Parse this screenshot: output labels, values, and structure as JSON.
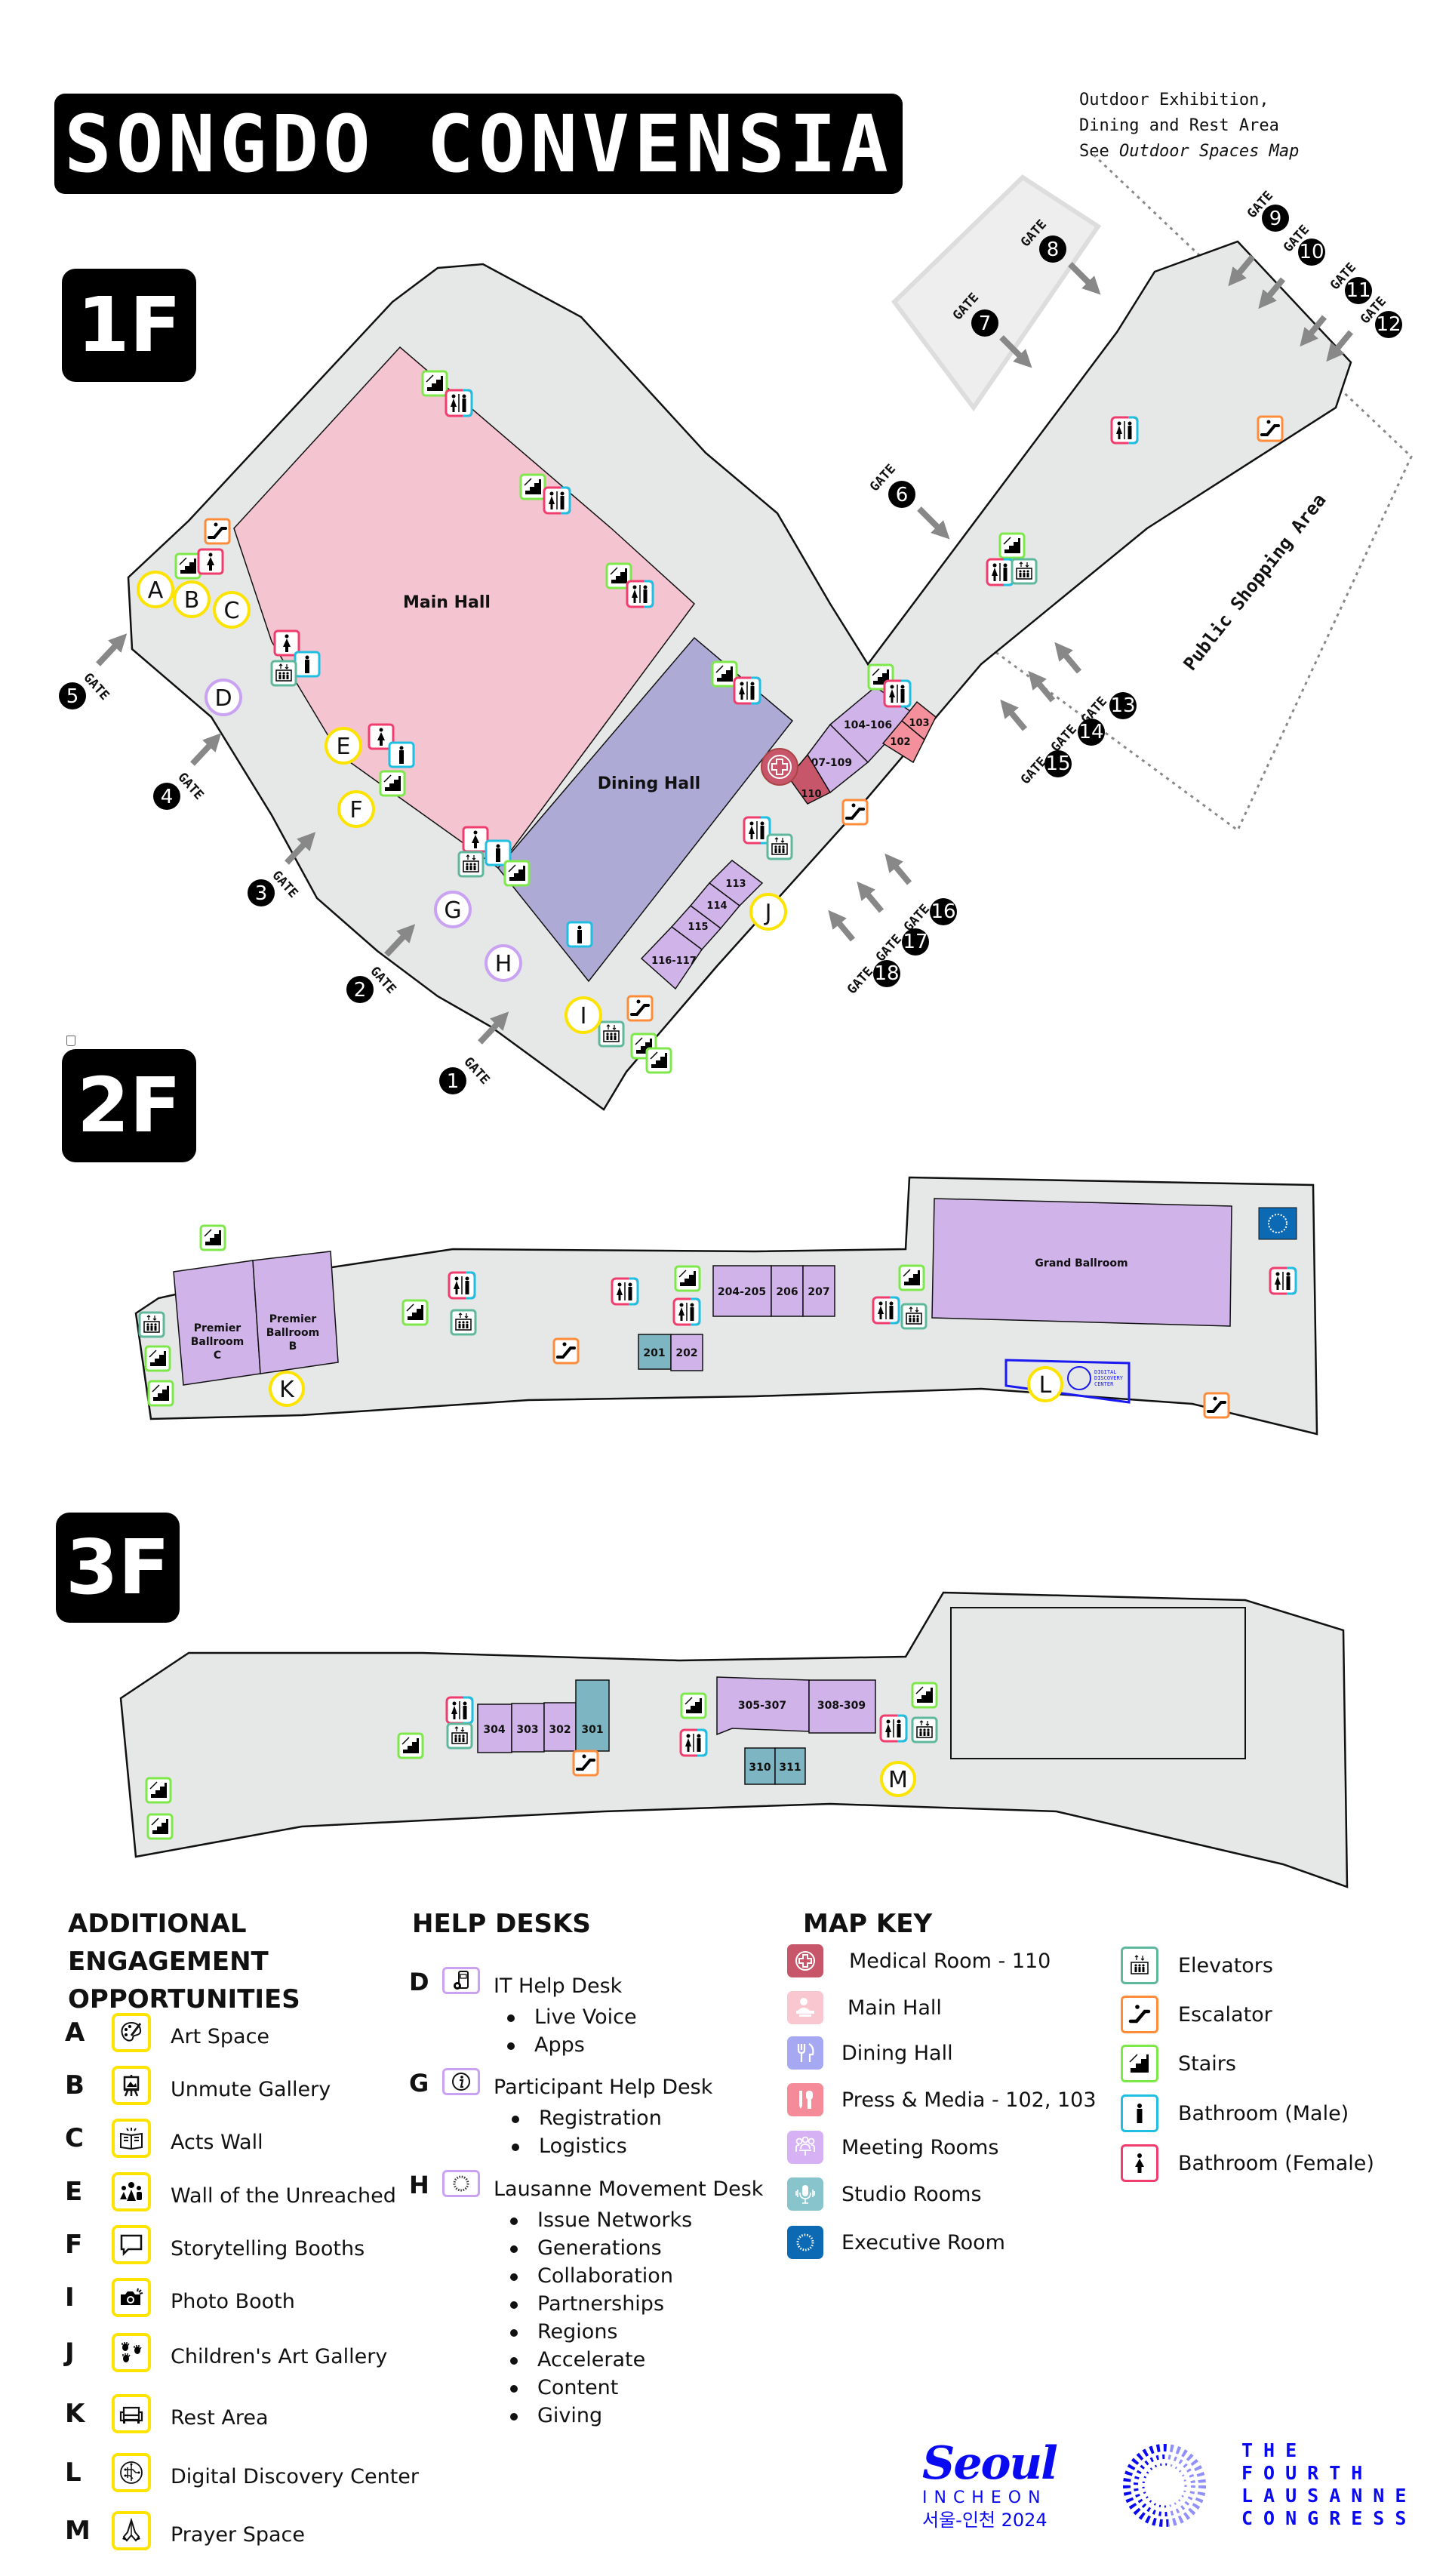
{
  "header": {
    "title": "SONGDO CONVENSIA",
    "outdoor_note": {
      "line1": "Outdoor Exhibition,",
      "line2": "Dining and Rest Area",
      "line3_prefix": "See ",
      "line3_italic": "Outdoor Spaces Map"
    }
  },
  "floors": {
    "f1": {
      "badge": "1F",
      "halls": {
        "main": "Main Hall",
        "dining": "Dining Hall"
      },
      "rooms": [
        "104-106",
        "107-109",
        "110",
        "102",
        "103",
        "113",
        "114",
        "115",
        "116-117"
      ],
      "public_shopping": "Public Shopping Area",
      "gate_word": "GATE",
      "gates": [
        "1",
        "2",
        "3",
        "4",
        "5",
        "6",
        "7",
        "8",
        "9",
        "10",
        "11",
        "12",
        "13",
        "14",
        "15",
        "16",
        "17",
        "18"
      ],
      "markers": [
        "A",
        "B",
        "C",
        "D",
        "E",
        "F",
        "G",
        "H",
        "I",
        "J"
      ]
    },
    "f2": {
      "badge": "2F",
      "rooms": {
        "premier_c": [
          "Premier",
          "Ballroom",
          "C"
        ],
        "premier_b": [
          "Premier",
          "Ballroom",
          "B"
        ],
        "r201": "201",
        "r202": "202",
        "r204": "204-205",
        "r206": "206",
        "r207": "207",
        "grand": "Grand Ballroom"
      },
      "ddc_logo": [
        "DIGITAL",
        "DISCOVERY",
        "CENTER"
      ],
      "markers": [
        "K",
        "L"
      ]
    },
    "f3": {
      "badge": "3F",
      "rooms": {
        "r304": "304",
        "r303": "303",
        "r302": "302",
        "r301": "301",
        "r305": "305-307",
        "r308": "308-309",
        "r310": "310",
        "r311": "311"
      },
      "markers": [
        "M"
      ]
    }
  },
  "legend": {
    "engagement": {
      "title_lines": [
        "ADDITIONAL",
        "ENGAGEMENT",
        "OPPORTUNITIES"
      ],
      "items": [
        {
          "letter": "A",
          "label": "Art Space",
          "icon": "palette-icon"
        },
        {
          "letter": "B",
          "label": "Unmute Gallery",
          "icon": "easel-icon"
        },
        {
          "letter": "C",
          "label": "Acts Wall",
          "icon": "open-book-icon"
        },
        {
          "letter": "E",
          "label": "Wall of the Unreached",
          "icon": "people-group-icon"
        },
        {
          "letter": "F",
          "label": "Storytelling Booths",
          "icon": "speech-bubble-icon"
        },
        {
          "letter": "I",
          "label": "Photo Booth",
          "icon": "camera-icon"
        },
        {
          "letter": "J",
          "label": "Children's Art Gallery",
          "icon": "handprints-icon"
        },
        {
          "letter": "K",
          "label": "Rest Area",
          "icon": "sofa-icon"
        },
        {
          "letter": "L",
          "label": "Digital Discovery Center",
          "icon": "circuit-icon"
        },
        {
          "letter": "M",
          "label": "Prayer Space",
          "icon": "praying-hands-icon"
        }
      ],
      "accent": "#fde400"
    },
    "help_desks": {
      "title": "HELP DESKS",
      "items": [
        {
          "letter": "D",
          "label": "IT Help Desk",
          "sub": [
            "Live Voice",
            "Apps"
          ],
          "icon": "phone-chat-gear-icon"
        },
        {
          "letter": "G",
          "label": "Participant Help Desk",
          "sub": [
            "Registration",
            "Logistics"
          ],
          "icon": "info-icon"
        },
        {
          "letter": "H",
          "label": "Lausanne Movement Desk",
          "sub": [
            "Issue Networks",
            "Generations",
            "Collaboration",
            "Partnerships",
            "Regions",
            "Accelerate",
            "Content",
            "Giving"
          ],
          "icon": "lausanne-ring-icon"
        }
      ],
      "accent": "#c9a3f2"
    },
    "map_key": {
      "title": "MAP KEY",
      "left": [
        {
          "label": "Medical Room - 110",
          "color": "#c8566a",
          "icon": "medical-cross-icon"
        },
        {
          "label": "Main Hall",
          "color": "#f8c7cf",
          "icon": "speaker-podium-icon"
        },
        {
          "label": "Dining Hall",
          "color": "#a7a8f2",
          "icon": "fork-knife-icon"
        },
        {
          "label": "Press & Media - 102, 103",
          "color": "#f58a98",
          "icon": "pen-microphone-icon"
        },
        {
          "label": "Meeting Rooms",
          "color": "#d6b2f5",
          "icon": "meeting-people-icon"
        },
        {
          "label": "Studio Rooms",
          "color": "#88c4cb",
          "icon": "studio-mic-icon"
        },
        {
          "label": "Executive Room",
          "color": "#0c6ab5",
          "icon": "lausanne-ring-icon"
        }
      ],
      "right": [
        {
          "label": "Elevators",
          "color": "#5fb89c",
          "icon": "elevator-icon"
        },
        {
          "label": "Escalator",
          "color": "#ff8c3a",
          "icon": "escalator-icon"
        },
        {
          "label": "Stairs",
          "color": "#7de84a",
          "icon": "stairs-icon"
        },
        {
          "label": "Bathroom (Male)",
          "color": "#1ebfe0",
          "icon": "male-icon"
        },
        {
          "label": "Bathroom (Female)",
          "color": "#f03d6e",
          "icon": "female-icon"
        }
      ]
    }
  },
  "logos": {
    "seoul": {
      "big": "Seoul",
      "mid": "INCHEON",
      "small": "서울-인천 2024"
    },
    "congress": [
      "THE",
      "FOURTH",
      "LAUSANNE",
      "CONGRESS"
    ],
    "color": "#0a0af0"
  },
  "colors": {
    "floor_fill": "#e6e7e7",
    "main_hall": "#f4c5d0",
    "dining_hall": "#adaad6",
    "meeting": "#d0b3e8",
    "studio": "#7db6c2",
    "press": "#f3909c",
    "medical": "#c8566a",
    "executive": "#0c6ab5"
  }
}
